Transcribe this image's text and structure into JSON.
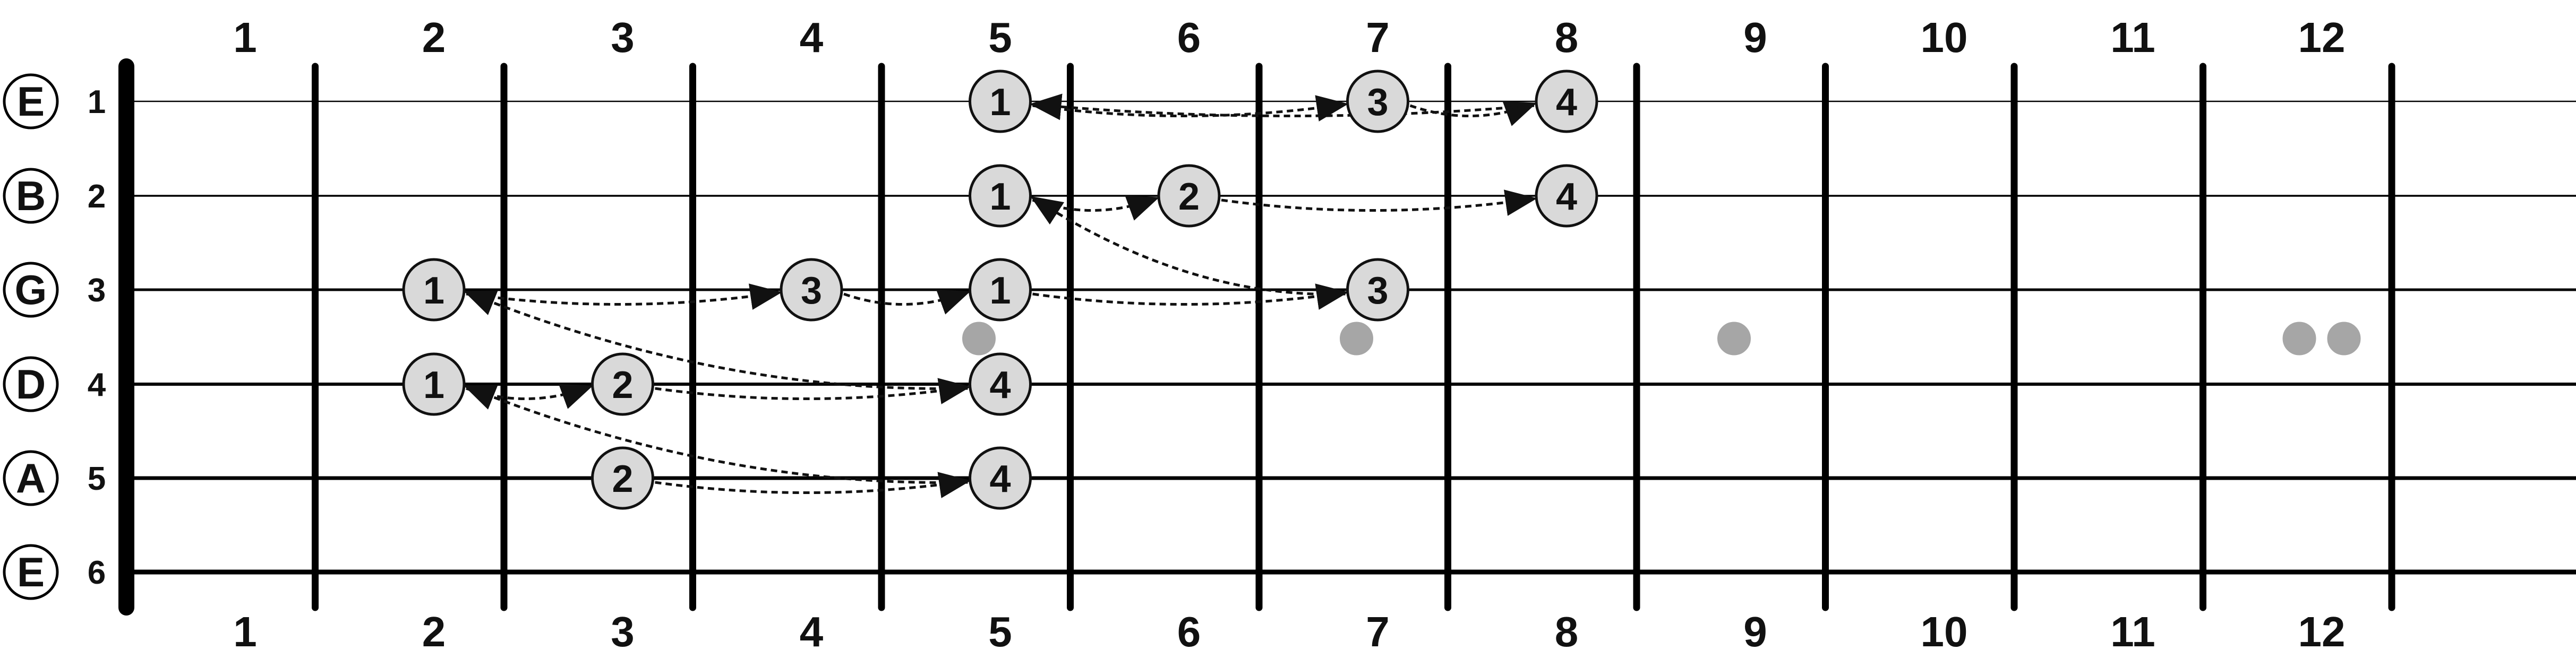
{
  "fretboard": {
    "top_fret_numbers": [
      "1",
      "2",
      "3",
      "4",
      "5",
      "6",
      "7",
      "8",
      "9",
      "10",
      "11",
      "12"
    ],
    "bottom_fret_numbers": [
      "1",
      "2",
      "3",
      "4",
      "5",
      "6",
      "7",
      "8",
      "9",
      "10",
      "11",
      "12"
    ],
    "strings": [
      {
        "letter": "E",
        "number": "1"
      },
      {
        "letter": "B",
        "number": "2"
      },
      {
        "letter": "G",
        "number": "3"
      },
      {
        "letter": "D",
        "number": "4"
      },
      {
        "letter": "A",
        "number": "5"
      },
      {
        "letter": "E",
        "number": "6"
      }
    ],
    "fret_markers": [
      {
        "fret": 5,
        "count": 1
      },
      {
        "fret": 7,
        "count": 1
      },
      {
        "fret": 9,
        "count": 1
      },
      {
        "fret": 12,
        "count": 2
      }
    ],
    "notes": [
      {
        "string": 1,
        "fret": 5,
        "finger": "1"
      },
      {
        "string": 1,
        "fret": 7,
        "finger": "3"
      },
      {
        "string": 1,
        "fret": 8,
        "finger": "4"
      },
      {
        "string": 2,
        "fret": 5,
        "finger": "1"
      },
      {
        "string": 2,
        "fret": 6,
        "finger": "2"
      },
      {
        "string": 2,
        "fret": 8,
        "finger": "4"
      },
      {
        "string": 3,
        "fret": 2,
        "finger": "1"
      },
      {
        "string": 3,
        "fret": 4,
        "finger": "3"
      },
      {
        "string": 3,
        "fret": 5,
        "finger": "1"
      },
      {
        "string": 3,
        "fret": 7,
        "finger": "3"
      },
      {
        "string": 4,
        "fret": 2,
        "finger": "1"
      },
      {
        "string": 4,
        "fret": 3,
        "finger": "2"
      },
      {
        "string": 4,
        "fret": 5,
        "finger": "4"
      },
      {
        "string": 5,
        "fret": 3,
        "finger": "2"
      },
      {
        "string": 5,
        "fret": 5,
        "finger": "4"
      }
    ],
    "arrows": [
      {
        "from": {
          "string": 1,
          "fret": 5
        },
        "to": {
          "string": 1,
          "fret": 7
        }
      },
      {
        "from": {
          "string": 1,
          "fret": 7
        },
        "to": {
          "string": 1,
          "fret": 8
        }
      },
      {
        "from": {
          "string": 1,
          "fret": 8
        },
        "to": {
          "string": 1,
          "fret": 5
        }
      },
      {
        "from": {
          "string": 2,
          "fret": 5
        },
        "to": {
          "string": 2,
          "fret": 6
        }
      },
      {
        "from": {
          "string": 2,
          "fret": 6
        },
        "to": {
          "string": 2,
          "fret": 8
        }
      },
      {
        "from": {
          "string": 3,
          "fret": 7
        },
        "to": {
          "string": 2,
          "fret": 5
        }
      },
      {
        "from": {
          "string": 3,
          "fret": 2
        },
        "to": {
          "string": 3,
          "fret": 4
        }
      },
      {
        "from": {
          "string": 3,
          "fret": 4
        },
        "to": {
          "string": 3,
          "fret": 5
        }
      },
      {
        "from": {
          "string": 3,
          "fret": 5
        },
        "to": {
          "string": 3,
          "fret": 7
        }
      },
      {
        "from": {
          "string": 4,
          "fret": 5
        },
        "to": {
          "string": 3,
          "fret": 2
        }
      },
      {
        "from": {
          "string": 4,
          "fret": 2
        },
        "to": {
          "string": 4,
          "fret": 3
        }
      },
      {
        "from": {
          "string": 4,
          "fret": 3
        },
        "to": {
          "string": 4,
          "fret": 5
        }
      },
      {
        "from": {
          "string": 5,
          "fret": 5
        },
        "to": {
          "string": 4,
          "fret": 2
        }
      },
      {
        "from": {
          "string": 5,
          "fret": 3
        },
        "to": {
          "string": 5,
          "fret": 5
        }
      }
    ],
    "colors": {
      "line": "#000000",
      "note_fill": "#d9d9d9",
      "note_stroke": "#111111",
      "marker_fill": "#a6a6a6",
      "arrow": "#111111"
    }
  }
}
